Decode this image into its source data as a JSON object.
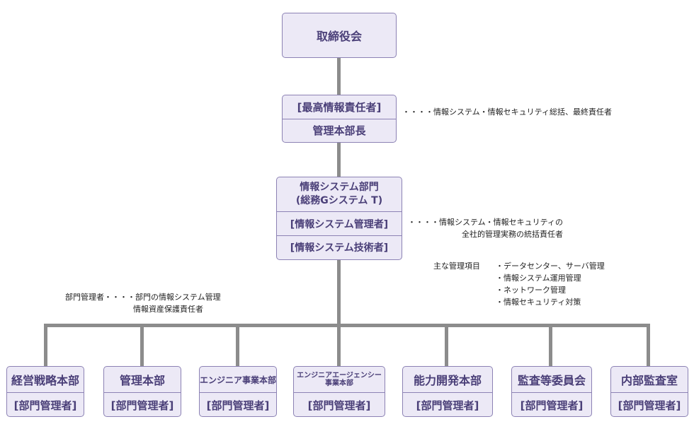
{
  "board": "取締役会",
  "cio": {
    "title": "[最高情報責任者]",
    "position": "管理本部長"
  },
  "cio_note": "・・・・情報システム・情報セキュリティ総括、最終責任者",
  "is_dept": {
    "name_line1": "情報システム部門",
    "name_line2": "(総務Gシステム T)",
    "manager": "[情報システム管理者]",
    "engineer": "[情報システム技術者]"
  },
  "is_note": {
    "line1": "・・・・情報システム・情報セキュリティの",
    "line2": "全社的管理実務の統括責任者"
  },
  "main_items": {
    "label": "主な管理項目",
    "items": [
      "・データセンター、サーバ管理",
      "・情報システム運用管理",
      "・ネットワーク管理",
      "・情報セキュリティ対策"
    ]
  },
  "dept_manager_note": {
    "line1": "部門管理者・・・・部門の情報システム管理",
    "line2": "情報資産保護責任者"
  },
  "departments": [
    {
      "name": "経営戦略本部",
      "role": "[部門管理者]"
    },
    {
      "name": "管理本部",
      "role": "[部門管理者]"
    },
    {
      "name": "エンジニア事業本部",
      "role": "[部門管理者]"
    },
    {
      "name_line1": "エンジニアエージェンシー",
      "name_line2": "事業本部",
      "role": "[部門管理者]"
    },
    {
      "name": "能力開発本部",
      "role": "[部門管理者]"
    },
    {
      "name": "監査等委員会",
      "role": "[部門管理者]"
    },
    {
      "name": "内部監査室",
      "role": "[部門管理者]"
    }
  ]
}
